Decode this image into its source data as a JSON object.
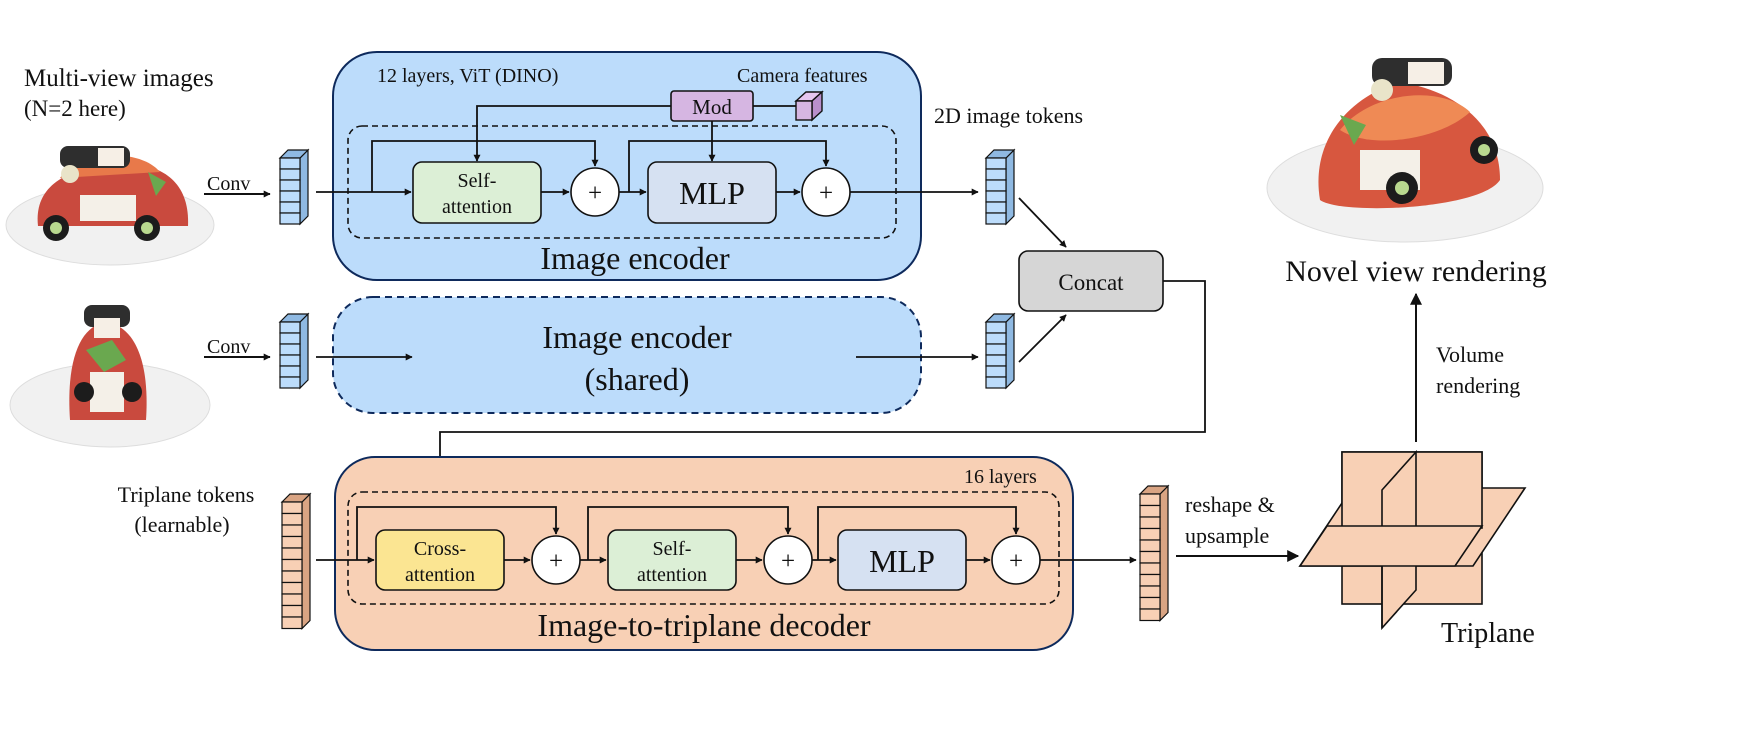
{
  "inputs": {
    "title": "Multi-view images",
    "subtitle": "(N=2 here)",
    "conv_label": "Conv"
  },
  "encoder": {
    "layers_label": "12 layers, ViT (DINO)",
    "camera_label": "Camera features",
    "mod_label": "Mod",
    "self_attn_line1": "Self-",
    "self_attn_line2": "attention",
    "plus": "+",
    "mlp_label": "MLP",
    "title": "Image encoder",
    "tokens_label": "2D image tokens"
  },
  "encoder_shared": {
    "line1": "Image encoder",
    "line2": "(shared)"
  },
  "concat_label": "Concat",
  "decoder": {
    "triplane_tokens_line1": "Triplane tokens",
    "triplane_tokens_line2": "(learnable)",
    "layers_label": "16 layers",
    "cross_attn_line1": "Cross-",
    "cross_attn_line2": "attention",
    "self_attn_line1": "Self-",
    "self_attn_line2": "attention",
    "plus": "+",
    "mlp_label": "MLP",
    "title": "Image-to-triplane decoder"
  },
  "output": {
    "reshape_line1": "reshape &",
    "reshape_line2": "upsample",
    "triplane_label": "Triplane",
    "volume_line1": "Volume",
    "volume_line2": "rendering",
    "novel_view_label": "Novel view rendering"
  },
  "colors": {
    "encoder_fill": "#bcdcfb",
    "decoder_fill": "#f8d0b5",
    "self_attn_fill": "#dcefd6",
    "mlp_fill": "#d6e1f2",
    "mod_fill": "#d6b6e2",
    "cross_attn_fill": "#fbe592",
    "concat_fill": "#d6d6d6",
    "token_blue": "#bcdcfb",
    "token_orange": "#f8d0b5"
  },
  "icons": [
    "sushi-car-side-image",
    "sushi-car-front-image",
    "sushi-car-rendered-image",
    "camera-cube-icon",
    "triplane-icon"
  ]
}
